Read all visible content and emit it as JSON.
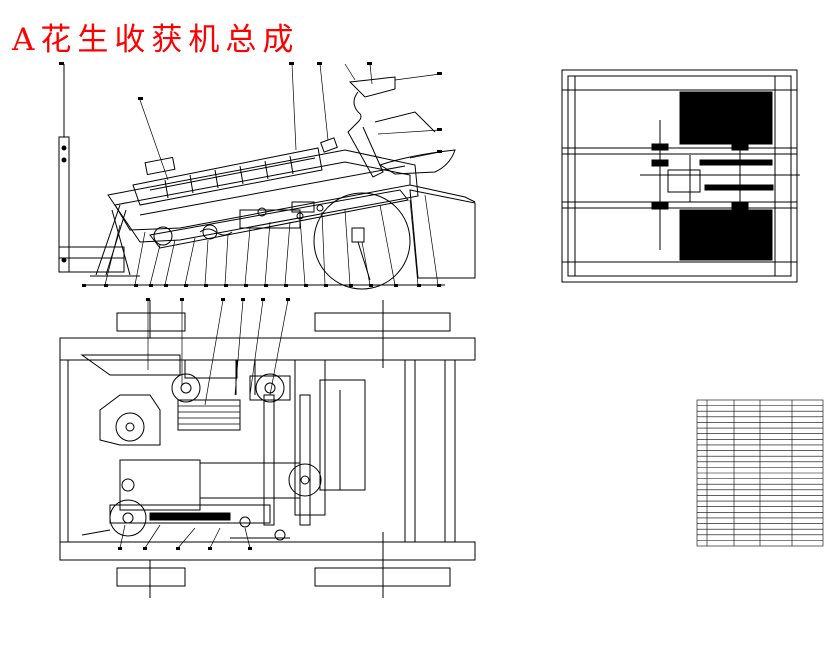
{
  "drawing": {
    "title": "A花生收获机总成",
    "title_color": "#ff0000",
    "line_color": "#000000",
    "background": "#ffffff"
  },
  "parts_table": {
    "rows": 26,
    "columns": 5
  }
}
